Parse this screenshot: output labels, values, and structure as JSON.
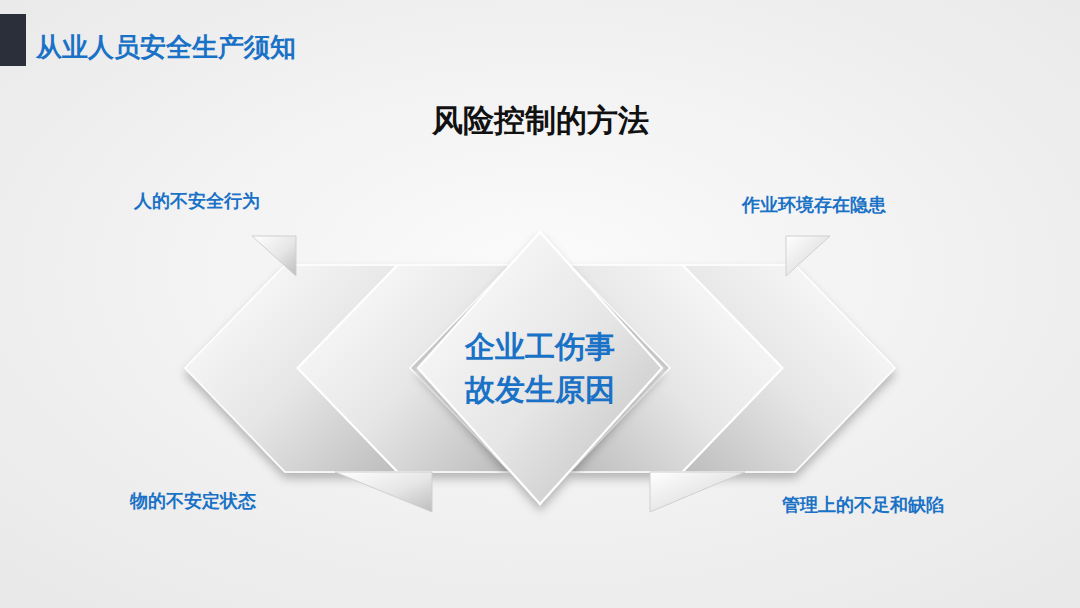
{
  "diagram": {
    "title": "风险控制的方法",
    "nodes": [
      {
        "text": [
          "企业工伤事故发生原因"
        ]
      }
    ],
    "labels": [
      "从业人员安全生产须知",
      "人的不安全行为",
      "作业环境存在隐患",
      "物的不安定状态",
      "管理上的不足和缺陷"
    ]
  }
}
